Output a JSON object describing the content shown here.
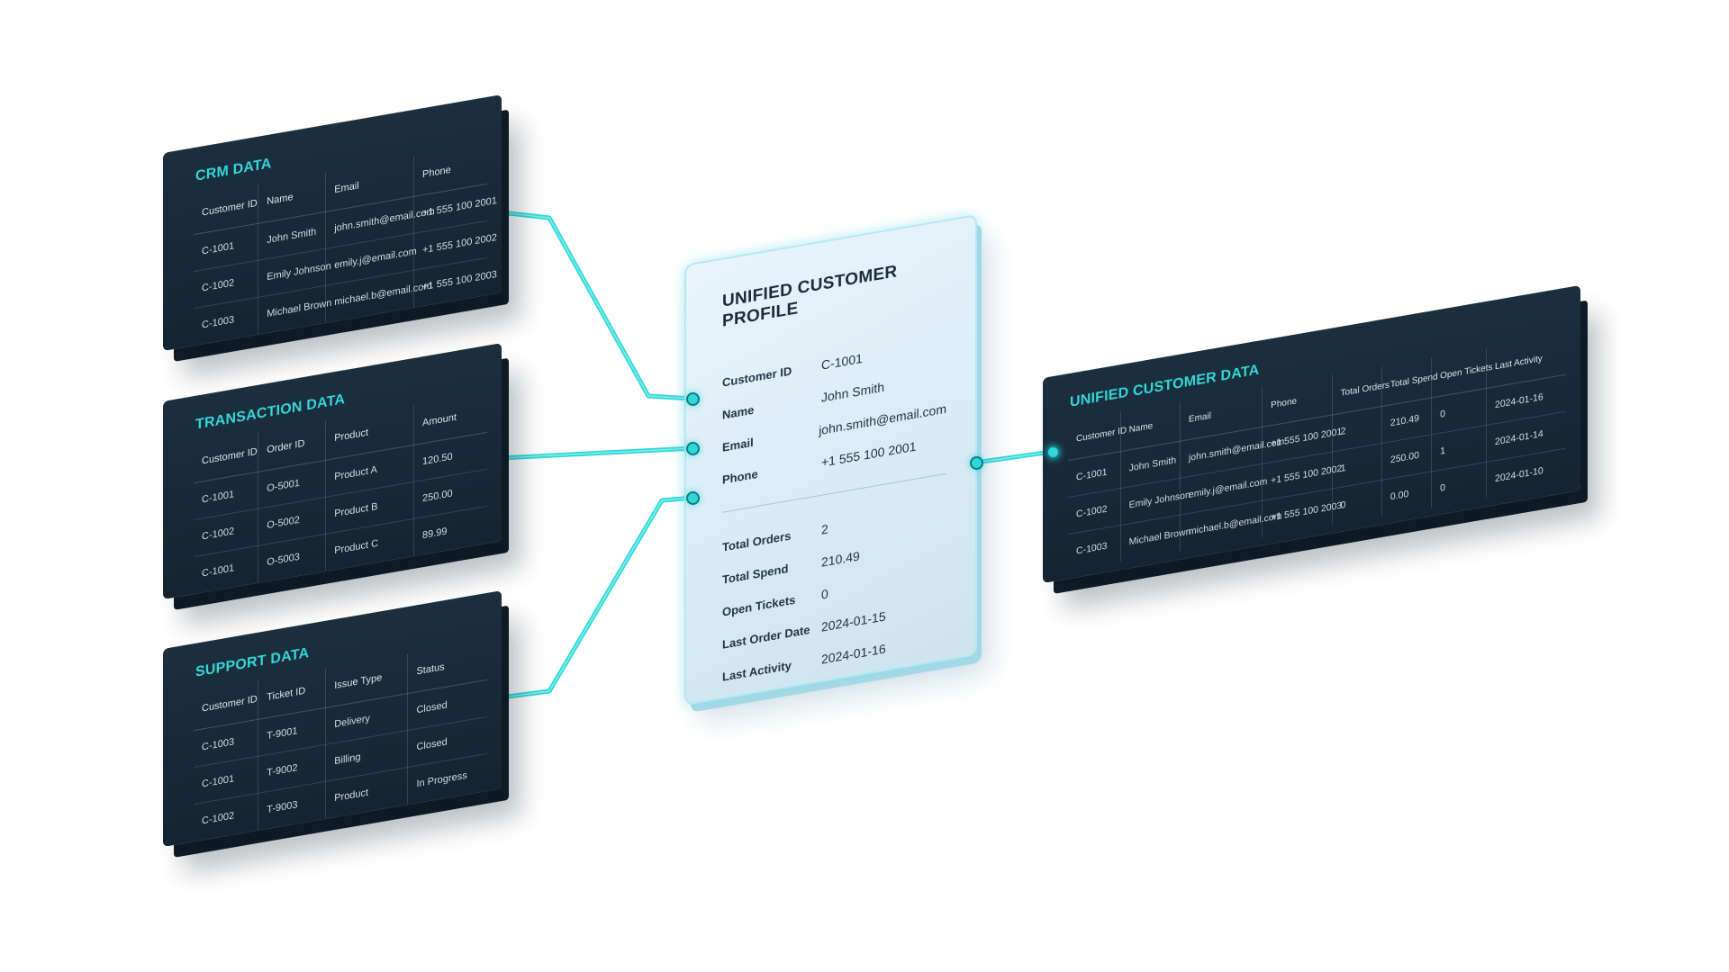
{
  "crm": {
    "title": "CRM DATA",
    "headers": [
      "Customer ID",
      "Name",
      "Email",
      "Phone"
    ],
    "rows": [
      [
        "C-1001",
        "John Smith",
        "john.smith@email.com",
        "+1 555 100 2001"
      ],
      [
        "C-1002",
        "Emily Johnson",
        "emily.j@email.com",
        "+1 555 100 2002"
      ],
      [
        "C-1003",
        "Michael Brown",
        "michael.b@email.com",
        "+1 555 100 2003"
      ]
    ]
  },
  "transaction": {
    "title": "TRANSACTION DATA",
    "headers": [
      "Customer ID",
      "Order ID",
      "Product",
      "Amount"
    ],
    "rows": [
      [
        "C-1001",
        "O-5001",
        "Product A",
        "120.50"
      ],
      [
        "C-1002",
        "O-5002",
        "Product B",
        "250.00"
      ],
      [
        "C-1001",
        "O-5003",
        "Product C",
        "89.99"
      ]
    ]
  },
  "support": {
    "title": "SUPPORT DATA",
    "headers": [
      "Customer ID",
      "Ticket ID",
      "Issue Type",
      "Status"
    ],
    "rows": [
      [
        "C-1003",
        "T-9001",
        "Delivery",
        "Closed"
      ],
      [
        "C-1001",
        "T-9002",
        "Billing",
        "Closed"
      ],
      [
        "C-1002",
        "T-9003",
        "Product",
        "In Progress"
      ]
    ]
  },
  "profile": {
    "title": "UNIFIED CUSTOMER PROFILE",
    "fields": [
      {
        "label": "Customer ID",
        "value": "C-1001"
      },
      {
        "label": "Name",
        "value": "John Smith"
      },
      {
        "label": "Email",
        "value": "john.smith@email.com"
      },
      {
        "label": "Phone",
        "value": "+1 555 100 2001"
      }
    ],
    "metrics": [
      {
        "label": "Total Orders",
        "value": "2"
      },
      {
        "label": "Total Spend",
        "value": "210.49"
      },
      {
        "label": "Open Tickets",
        "value": "0"
      },
      {
        "label": "Last Order Date",
        "value": "2024-01-15"
      },
      {
        "label": "Last Activity",
        "value": "2024-01-16"
      }
    ]
  },
  "unified": {
    "title": "UNIFIED CUSTOMER DATA",
    "headers": [
      "Customer ID",
      "Name",
      "Email",
      "Phone",
      "Total Orders",
      "Total Spend",
      "Open Tickets",
      "Last Activity"
    ],
    "rows": [
      [
        "C-1001",
        "John Smith",
        "john.smith@email.com",
        "+1 555 100 2001",
        "2",
        "210.49",
        "0",
        "2024-01-16"
      ],
      [
        "C-1002",
        "Emily Johnson",
        "emily.j@email.com",
        "+1 555 100 2002",
        "1",
        "250.00",
        "1",
        "2024-01-14"
      ],
      [
        "C-1003",
        "Michael Brown",
        "michael.b@email.com",
        "+1 555 100 2003",
        "0",
        "0.00",
        "0",
        "2024-01-10"
      ]
    ]
  },
  "colors": {
    "accent": "#35d6d6",
    "panel": "#17293a",
    "connector": "#2fd8d8"
  }
}
